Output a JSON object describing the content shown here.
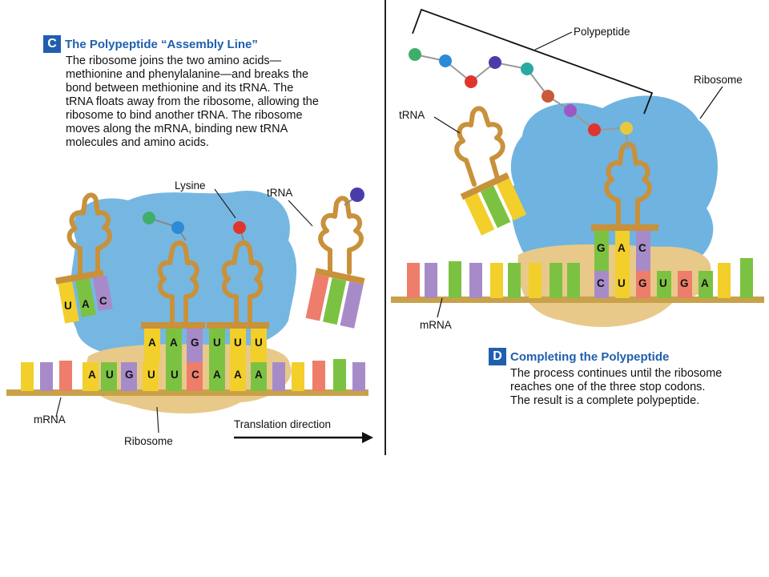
{
  "panel_c": {
    "badge": "C",
    "title": "The Polypeptide “Assembly Line”",
    "body": "The ribosome joins the two amino acids—\nmethionine and phenylalanine—and breaks the\nbond between methionine and its tRNA. The\ntRNA floats away from the ribosome, allowing the\nribosome to bind another tRNA. The ribosome\nmoves along the mRNA, binding new tRNA\nmolecules and amino acids.",
    "labels": {
      "lysine": "Lysine",
      "trna": "tRNA",
      "mrna": "mRNA",
      "ribosome": "Ribosome",
      "direction": "Translation direction"
    },
    "mrna_bases": [
      "A",
      "U",
      "G",
      "U",
      "U",
      "C",
      "A",
      "A",
      "A"
    ],
    "trna_free_anticodon": [
      "U",
      "A",
      "C"
    ],
    "trna1_anticodon": [
      "A",
      "A",
      "G"
    ],
    "trna2_anticodon": [
      "U",
      "U",
      "U"
    ]
  },
  "panel_d": {
    "badge": "D",
    "title": "Completing the Polypeptide",
    "body": "The process continues until the ribosome\nreaches one of the three stop codons.\nThe result is a complete polypeptide.",
    "labels": {
      "polypeptide": "Polypeptide",
      "ribosome": "Ribosome",
      "trna": "tRNA",
      "mrna": "mRNA"
    },
    "mrna_bases": [
      "C",
      "U",
      "G",
      "U",
      "G",
      "A"
    ],
    "trna_anticodon": [
      "G",
      "A",
      "C"
    ]
  },
  "colors": {
    "badge": "#1f5fae",
    "ribosome": "#6fb3e0",
    "ribosome_lower": "#e8c98a",
    "trna": "#c8913a",
    "base_yellow": "#f2cf2a",
    "base_green": "#7cc242",
    "base_purple": "#a78bc9",
    "base_red": "#ee7d6b",
    "backbone": "#c9a14a"
  }
}
